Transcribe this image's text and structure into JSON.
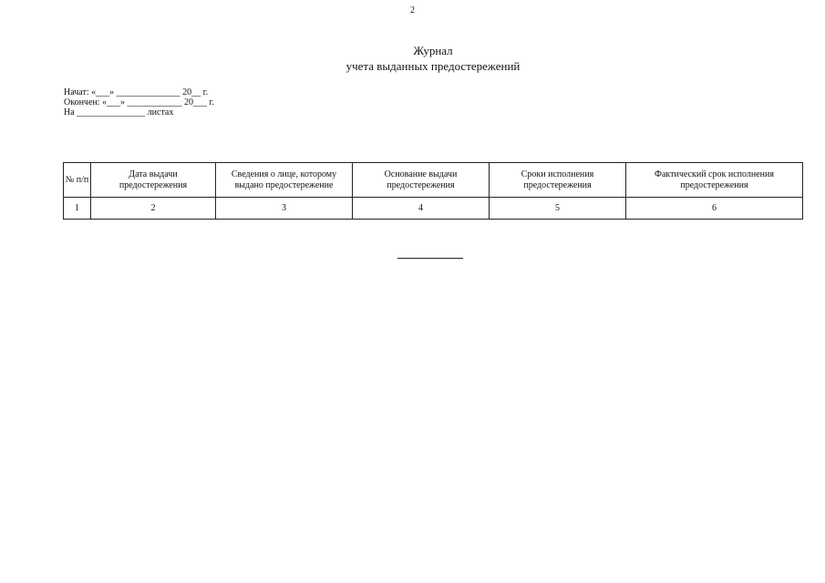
{
  "document": {
    "page_number": "2",
    "title": "Журнал",
    "subtitle": "учета выданных предостережений",
    "meta": {
      "started": "Начат: «___» ______________ 20__ г.",
      "finished": "Окончен: «___» ____________ 20___ г.",
      "sheets": "На _______________ листах"
    },
    "table": {
      "headers": [
        "№ п/п",
        "Дата выдачи предостережения",
        "Сведения о лице, которому выдано предостережение",
        "Основание выдачи предостережения",
        "Сроки исполнения предостережения",
        "Фактический срок исполнения предостережения"
      ],
      "numbers": [
        "1",
        "2",
        "3",
        "4",
        "5",
        "6"
      ]
    }
  }
}
